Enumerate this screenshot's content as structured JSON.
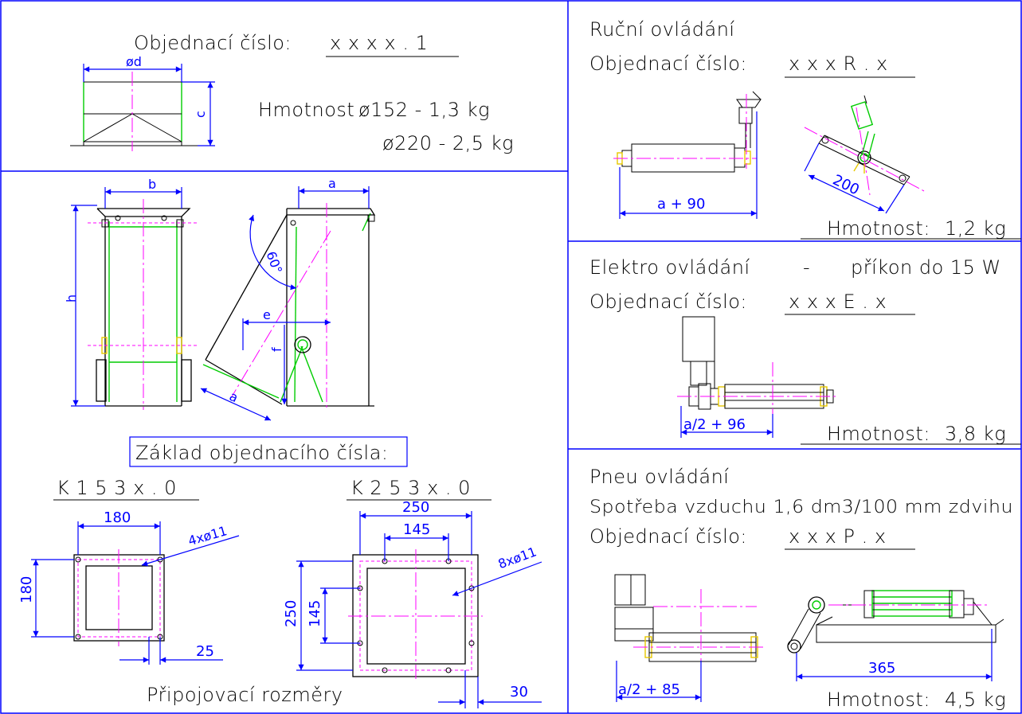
{
  "top_left": {
    "order_label": "Objednací číslo:",
    "order_code": "x x x x . 1",
    "dim_d": "ød",
    "dim_c": "c",
    "weight_label": "Hmotnost :",
    "weight_1": "ø152  -   1,3 kg",
    "weight_2": "ø220  -   2,5 kg"
  },
  "main": {
    "dim_b": "b",
    "dim_a_top": "a",
    "dim_h": "h",
    "angle": "60°",
    "dim_e": "e",
    "dim_f": "f",
    "dim_a_side": "a",
    "base_label": "Základ objednacího čísla:",
    "code_k15": "K 1 5 3 x . 0",
    "code_k25": "K 2 5 3 x . 0",
    "f1_top": "180",
    "f1_holes": "4xø11",
    "f1_side": "180",
    "f1_bottom": "25",
    "f2_top": "250",
    "f2_inner": "145",
    "f2_holes": "8xø11",
    "f2_side": "250",
    "f2_side_inner": "145",
    "f2_bottom": "30",
    "caption": "Připojovací rozměry"
  },
  "manual": {
    "title": "Ruční ovládání",
    "order_label": "Objednací číslo:",
    "order_code": "x x x R . x",
    "dim_a90": "a + 90",
    "dim_200": "200",
    "weight_label": "Hmotnost:",
    "weight": "1,2 kg"
  },
  "electric": {
    "title": "Elektro ovládání",
    "dash": "-",
    "power": "příkon do 15 W",
    "order_label": "Objednací číslo:",
    "order_code": "x x x E . x",
    "dim": "a/2 + 96",
    "weight_label": "Hmotnost:",
    "weight": "3,8 kg"
  },
  "pneu": {
    "title": "Pneu ovládání",
    "consumption": "Spotřeba vzduchu 1,6 dm3/100 mm zdvihu",
    "order_label": "Objednací číslo:",
    "order_code": "x x x P . x",
    "dim": "a/2 + 85",
    "dim_365": "365",
    "weight_label": "Hmotnost:",
    "weight": "4,5 kg"
  }
}
